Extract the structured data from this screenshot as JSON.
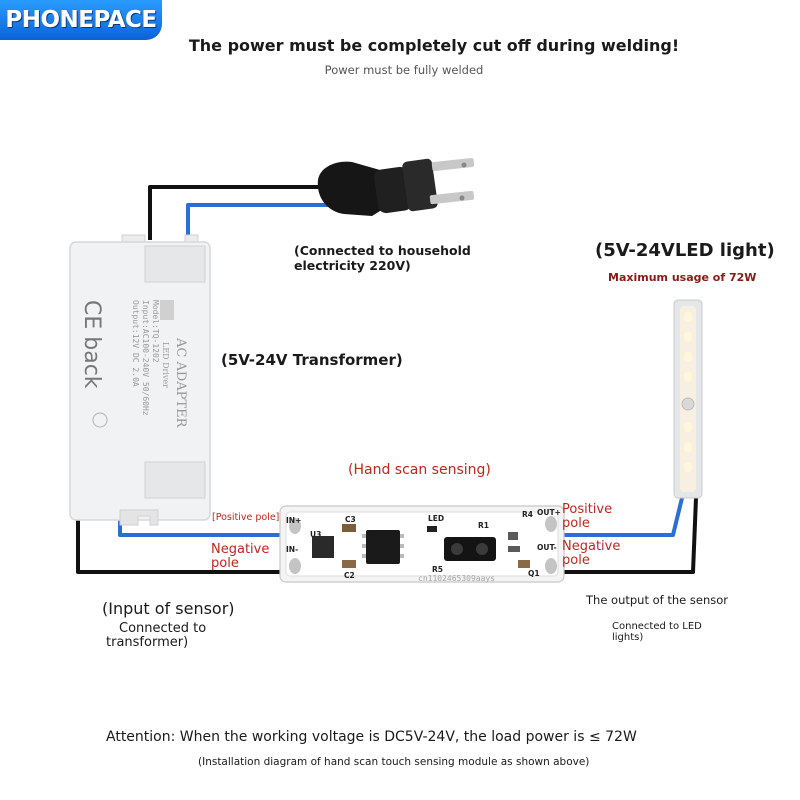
{
  "brand": "PHONEPACE",
  "title": "The power must be completely cut off during welding!",
  "subtitle": "Power must be fully welded",
  "plug_label": "(Connected to household electricity 220V)",
  "plug_label_line1": "(Connected to household",
  "plug_label_line2": "electricity 220V)",
  "transformer_label": "(5V-24V Transformer)",
  "transformer_print": {
    "ce_back": "CE back",
    "ac_adapter": "AC ADAPTER",
    "led_driver": "LED Driver",
    "model": "Model:TQ-1202",
    "input": "Input:AC100-240V 50/60Hz",
    "output": "Output:12V DC 2.0A"
  },
  "led_light_label": "(5V-24VLED light)",
  "led_max": "Maximum usage of 72W",
  "hand_scan": "(Hand scan sensing)",
  "input_pos": "[Positive pole]",
  "input_neg_line1": "Negative",
  "input_neg_line2": "pole",
  "output_pos_line1": "Positive",
  "output_pos_line2": "pole",
  "output_neg_line1": "Negative",
  "output_neg_line2": "pole",
  "pcb": {
    "in_plus": "IN+",
    "in_minus": "IN-",
    "out_plus": "OUT+",
    "out_minus": "OUT-",
    "led": "LED",
    "c3": "C3",
    "u3": "U3",
    "c2": "C2",
    "r1": "R1",
    "r4": "R4",
    "r5": "R5",
    "q1": "Q1",
    "watermark": "cn1102465309aays"
  },
  "sensor_input_line1": "(Input of sensor)",
  "sensor_input_line2": "Connected to",
  "sensor_input_line3": "transformer)",
  "sensor_output_line1": "The output of the sensor",
  "sensor_output_line2": "Connected to LED",
  "sensor_output_line3": "lights)",
  "attention": "Attention: When the working voltage is DC5V-24V, the load power is ≤ 72W",
  "install_note": "(Installation diagram of hand scan touch sensing module as shown above)",
  "colors": {
    "wire_positive": "#2a6fd6",
    "wire_negative": "#111111",
    "label_red": "#c0261e",
    "brand_blue": "#0a63d8"
  }
}
